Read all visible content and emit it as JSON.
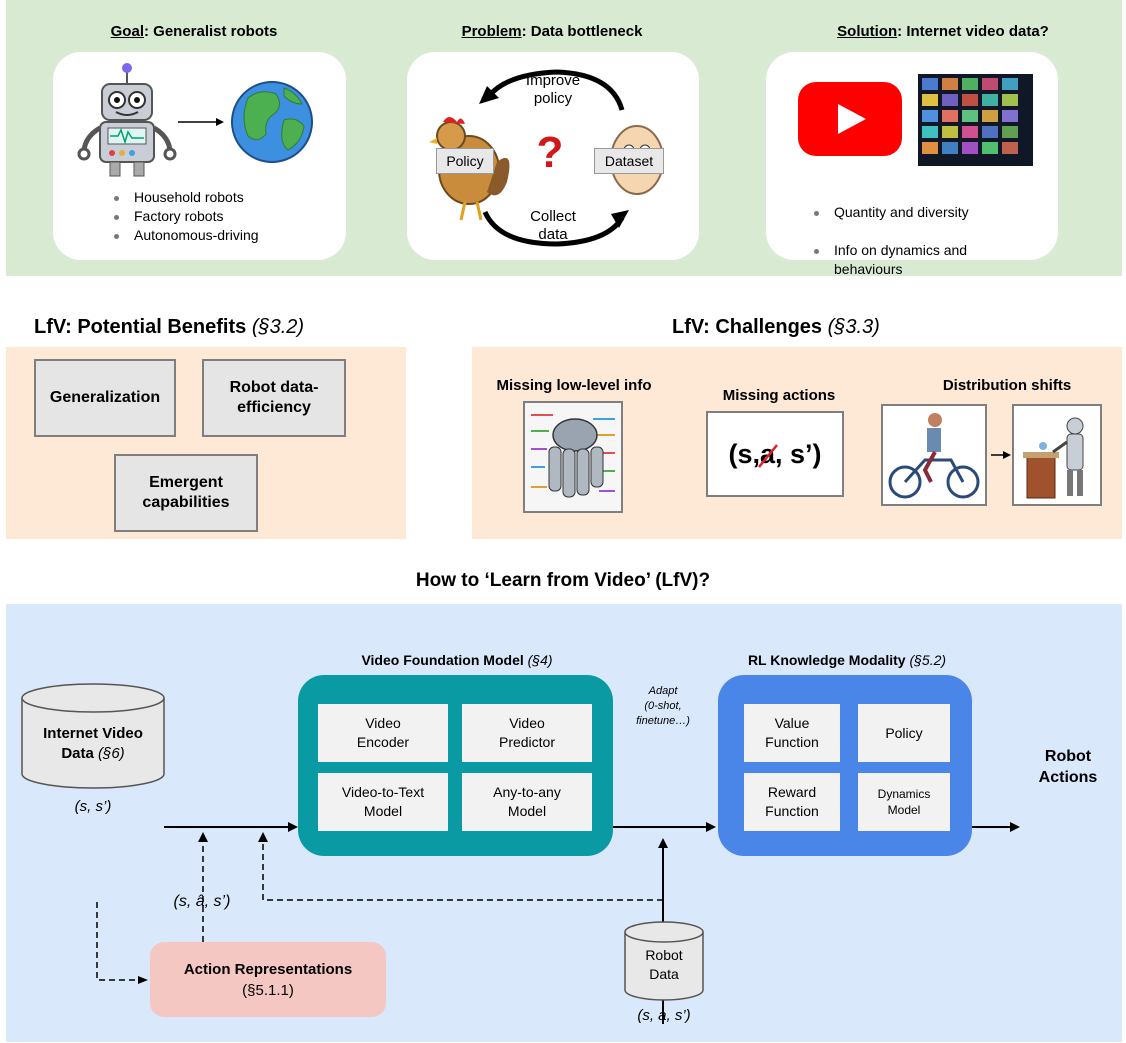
{
  "top": {
    "goal": {
      "heading": "Goal",
      "rest": ": Generalist robots",
      "bullets": [
        "Household robots",
        "Factory robots",
        "Autonomous-driving"
      ]
    },
    "problem": {
      "heading": "Problem",
      "rest": ": Data bottleneck",
      "improve": "Improve\npolicy",
      "collect": "Collect\ndata",
      "policy": "Policy",
      "dataset": "Dataset",
      "question": "?"
    },
    "solution": {
      "heading": "Solution",
      "rest": ": Internet video data?",
      "bullets": [
        "Quantity and diversity",
        "Info on dynamics and\nbehaviours"
      ]
    }
  },
  "benefits": {
    "title": "LfV: Potential Benefits ",
    "ref": "(§3.2)",
    "boxes": [
      "Generalization",
      "Robot data-\nefficiency",
      "Emergent\ncapabilities"
    ]
  },
  "challenges": {
    "title": "LfV: Challenges ",
    "ref": "(§3.3)",
    "low_level": "Missing low-level info",
    "missing_actions": "Missing actions",
    "tuple": {
      "open": "(s, ",
      "a": "a",
      "close": ", s’)"
    },
    "dist": "Distribution shifts"
  },
  "main_title": "How to ‘Learn from Video’ (LfV)?",
  "flow": {
    "internet": {
      "line1": "Internet Video",
      "line2": "Data ",
      "ref": "(§6)",
      "tuple": "(s, s’)"
    },
    "vfm": {
      "title": "Video Foundation Model ",
      "ref": "(§4)",
      "cells": [
        "Video\nEncoder",
        "Video\nPredictor",
        "Video-to-Text\nModel",
        "Any-to-any\nModel"
      ]
    },
    "adapt": "Adapt\n(0-shot,\nfinetune…)",
    "rl": {
      "title": "RL Knowledge Modality ",
      "ref": "(§5.2)",
      "cells": [
        "Value\nFunction",
        "Policy",
        "Reward\nFunction",
        "Dynamics\nModel"
      ]
    },
    "robot_actions": "Robot\nActions",
    "ahat_tuple": "(s, â, s’)",
    "action_rep": {
      "title": "Action Representations",
      "ref": "(§5.1.1)"
    },
    "robot_data": {
      "label": "Robot\nData",
      "tuple": "(s, a, s’)"
    }
  },
  "colors": {
    "green": "#d9ead3",
    "orange": "#fde9d5",
    "blue": "#dae8fc",
    "teal": "#0a9aa3",
    "rl_blue": "#4a86e8",
    "pink": "#f4c7c3",
    "youtube": "#ff0000"
  }
}
